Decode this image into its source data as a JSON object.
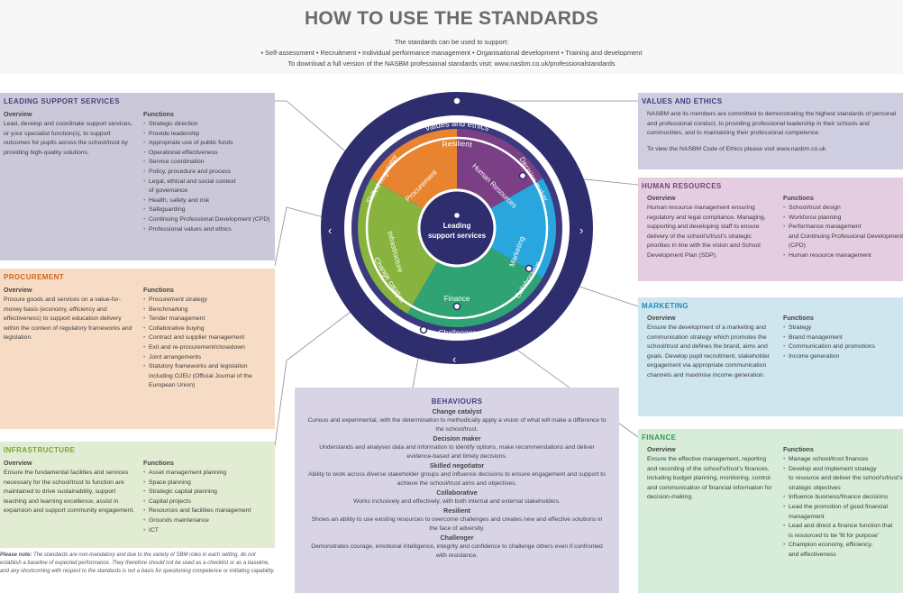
{
  "header": {
    "title": "HOW TO USE THE STANDARDS",
    "line1": "The standards can be used to support:",
    "line2": "• Self-assessment • Recruitment • Individual performance management • Organisational development • Training and development",
    "line3": "To download a full version of the NASBM professional standards visit: www.nasbm.co.uk/professionalstandards"
  },
  "colors": {
    "dark_navy": "#2e2d6e",
    "purple": "#7b3f86",
    "orange": "#e8832f",
    "green": "#88b33e",
    "teal": "#2fa373",
    "blue": "#28a6dd"
  },
  "lss": {
    "title": "LEADING SUPPORT SERVICES",
    "overview_label": "Overview",
    "overview_text": "Lead, develop and coordinate support services, or your specialist function(s), to support outcomes for pupils across the school/trust by providing high-quality solutions.",
    "functions_label": "Functions",
    "functions": [
      "Strategic direction",
      "Provide leadership",
      "Appropriate use of public funds",
      "Operational effectiveness",
      "Service coordination",
      "Policy, procedure and process",
      "Legal, ethical and social context",
      "of governance",
      "Health, safety and risk",
      "Safeguarding",
      "Continuing Professional Development (CPD)",
      "Professional values and ethics"
    ]
  },
  "proc": {
    "title": "PROCUREMENT",
    "overview_label": "Overview",
    "overview_text": "Procure goods and services on a value-for-money basis (economy, efficiency and effectiveness) to support education delivery within the context of regulatory frameworks and legislation.",
    "functions_label": "Functions",
    "functions": [
      "Procurement strategy",
      "Benchmarking",
      "Tender management",
      "Collaborative buying",
      "Contract and supplier management",
      "Exit and re-procurement/closedown",
      "Joint arrangements",
      "Statutory frameworks and legislation",
      "including OJEU (Official Journal of the",
      "European Union)"
    ]
  },
  "infra": {
    "title": "INFRASTRUCTURE",
    "overview_label": "Overview",
    "overview_text": "Ensure the fundamental facilities and services necessary for the school/trust to function are maintained to drive sustainability, support teaching and learning excellence, assist in expansion and support community engagement.",
    "functions_label": "Functions",
    "functions": [
      "Asset management planning",
      "Space planning",
      "Strategic capital planning",
      "Capital projects",
      "Resources and facilities management",
      "Grounds maintenance",
      "ICT"
    ]
  },
  "note": {
    "label": "Please note:",
    "text": "The standards are non-mandatory and due to the variety of SBM roles in each setting, do not establish a baseline of expected performance. They therefore should not be used as a checklist or as a baseline, and any shortcoming with respect to the standards is not a basis for questioning competence or initiating capability."
  },
  "ve": {
    "title": "VALUES AND ETHICS",
    "text": "NASBM and its members are committed to demonstrating the highest standards of personal and professional conduct, to providing professional leadership in their schools and communities, and to maintaining their professional competence.",
    "text2": "To view the NASBM Code of Ethics please visit www.nasbm.co.uk"
  },
  "hr": {
    "title": "HUMAN RESOURCES",
    "overview_label": "Overview",
    "overview_text": "Human resource management ensuring regulatory and legal compliance. Managing, supporting and developing staff to ensure delivery of the school's/trust's strategic priorities in line with the vision and School Development Plan (SDP).",
    "functions_label": "Functions",
    "functions": [
      "School/trust design",
      "Workforce planning",
      "Performance management",
      "and Continuing Professional Development",
      "(CPD)",
      "Human resource management"
    ]
  },
  "mk": {
    "title": "MARKETING",
    "overview_label": "Overview",
    "overview_text": "Ensure the development of a marketing and communication strategy which promotes the school/trust and defines the brand, aims and goals. Develop pupil recruitment, stakeholder engagement via appropriate communication channels and maximise income generation.",
    "functions_label": "Functions",
    "functions": [
      "Strategy",
      "Brand management",
      "Communication and promotions",
      "Income generation"
    ]
  },
  "fin": {
    "title": "FINANCE",
    "overview_label": "Overview",
    "overview_text": "Ensure the effective management, reporting and recording of the school's/trust's finances, including budget planning, monitoring, control and communication of financial information for decision-making.",
    "functions_label": "Functions",
    "functions": [
      "Manage school/trust finances",
      "Develop and implement strategy",
      "to resource and deliver the school's/trust's",
      "strategic objectives",
      "Influence business/finance decisions",
      "Lead the promotion of good financial",
      "management",
      "Lead and direct a finance function that",
      "is resourced to be 'fit for purpose'",
      "Champion economy, efficiency,",
      "and effectiveness"
    ]
  },
  "beh": {
    "title": "BEHAVIOURS",
    "items": [
      {
        "h": "Change catalyst",
        "d": "Curious and experimental, with the determination to methodically apply a vision of what will make a difference to the school/trust."
      },
      {
        "h": "Decision maker",
        "d": "Understands and analyses data and information to identify options, make recommendations and deliver evidence-based and timely decisions."
      },
      {
        "h": "Skilled negotiator",
        "d": "Ability to work across diverse stakeholder groups and influence decisions to ensure engagement and support to achieve the school/trust aims and objectives."
      },
      {
        "h": "Collaborative",
        "d": "Works inclusively and effectively, with both internal and external stakeholders."
      },
      {
        "h": "Resilient",
        "d": "Shows an ability to use existing resources to overcome challenges and creates new and effective solutions in the face of adversity."
      },
      {
        "h": "Challenger",
        "d": "Demonstrates courage, emotional intelligence, integrity and confidence to challenge others even if confronted with resistance."
      }
    ]
  },
  "wheel": {
    "outer": "Values and ethics",
    "resilient": "Resilient",
    "challenger": "Challenger",
    "skilled": "Skilled negotiator",
    "decision": "Decision maker",
    "change": "Change catalyst",
    "collab": "Collaborative",
    "procurement": "Procurement",
    "hr": "Human Resources",
    "infra": "Infrastructure",
    "marketing": "Marketing",
    "finance": "Finance",
    "center1": "Leading",
    "center2": "support services"
  }
}
